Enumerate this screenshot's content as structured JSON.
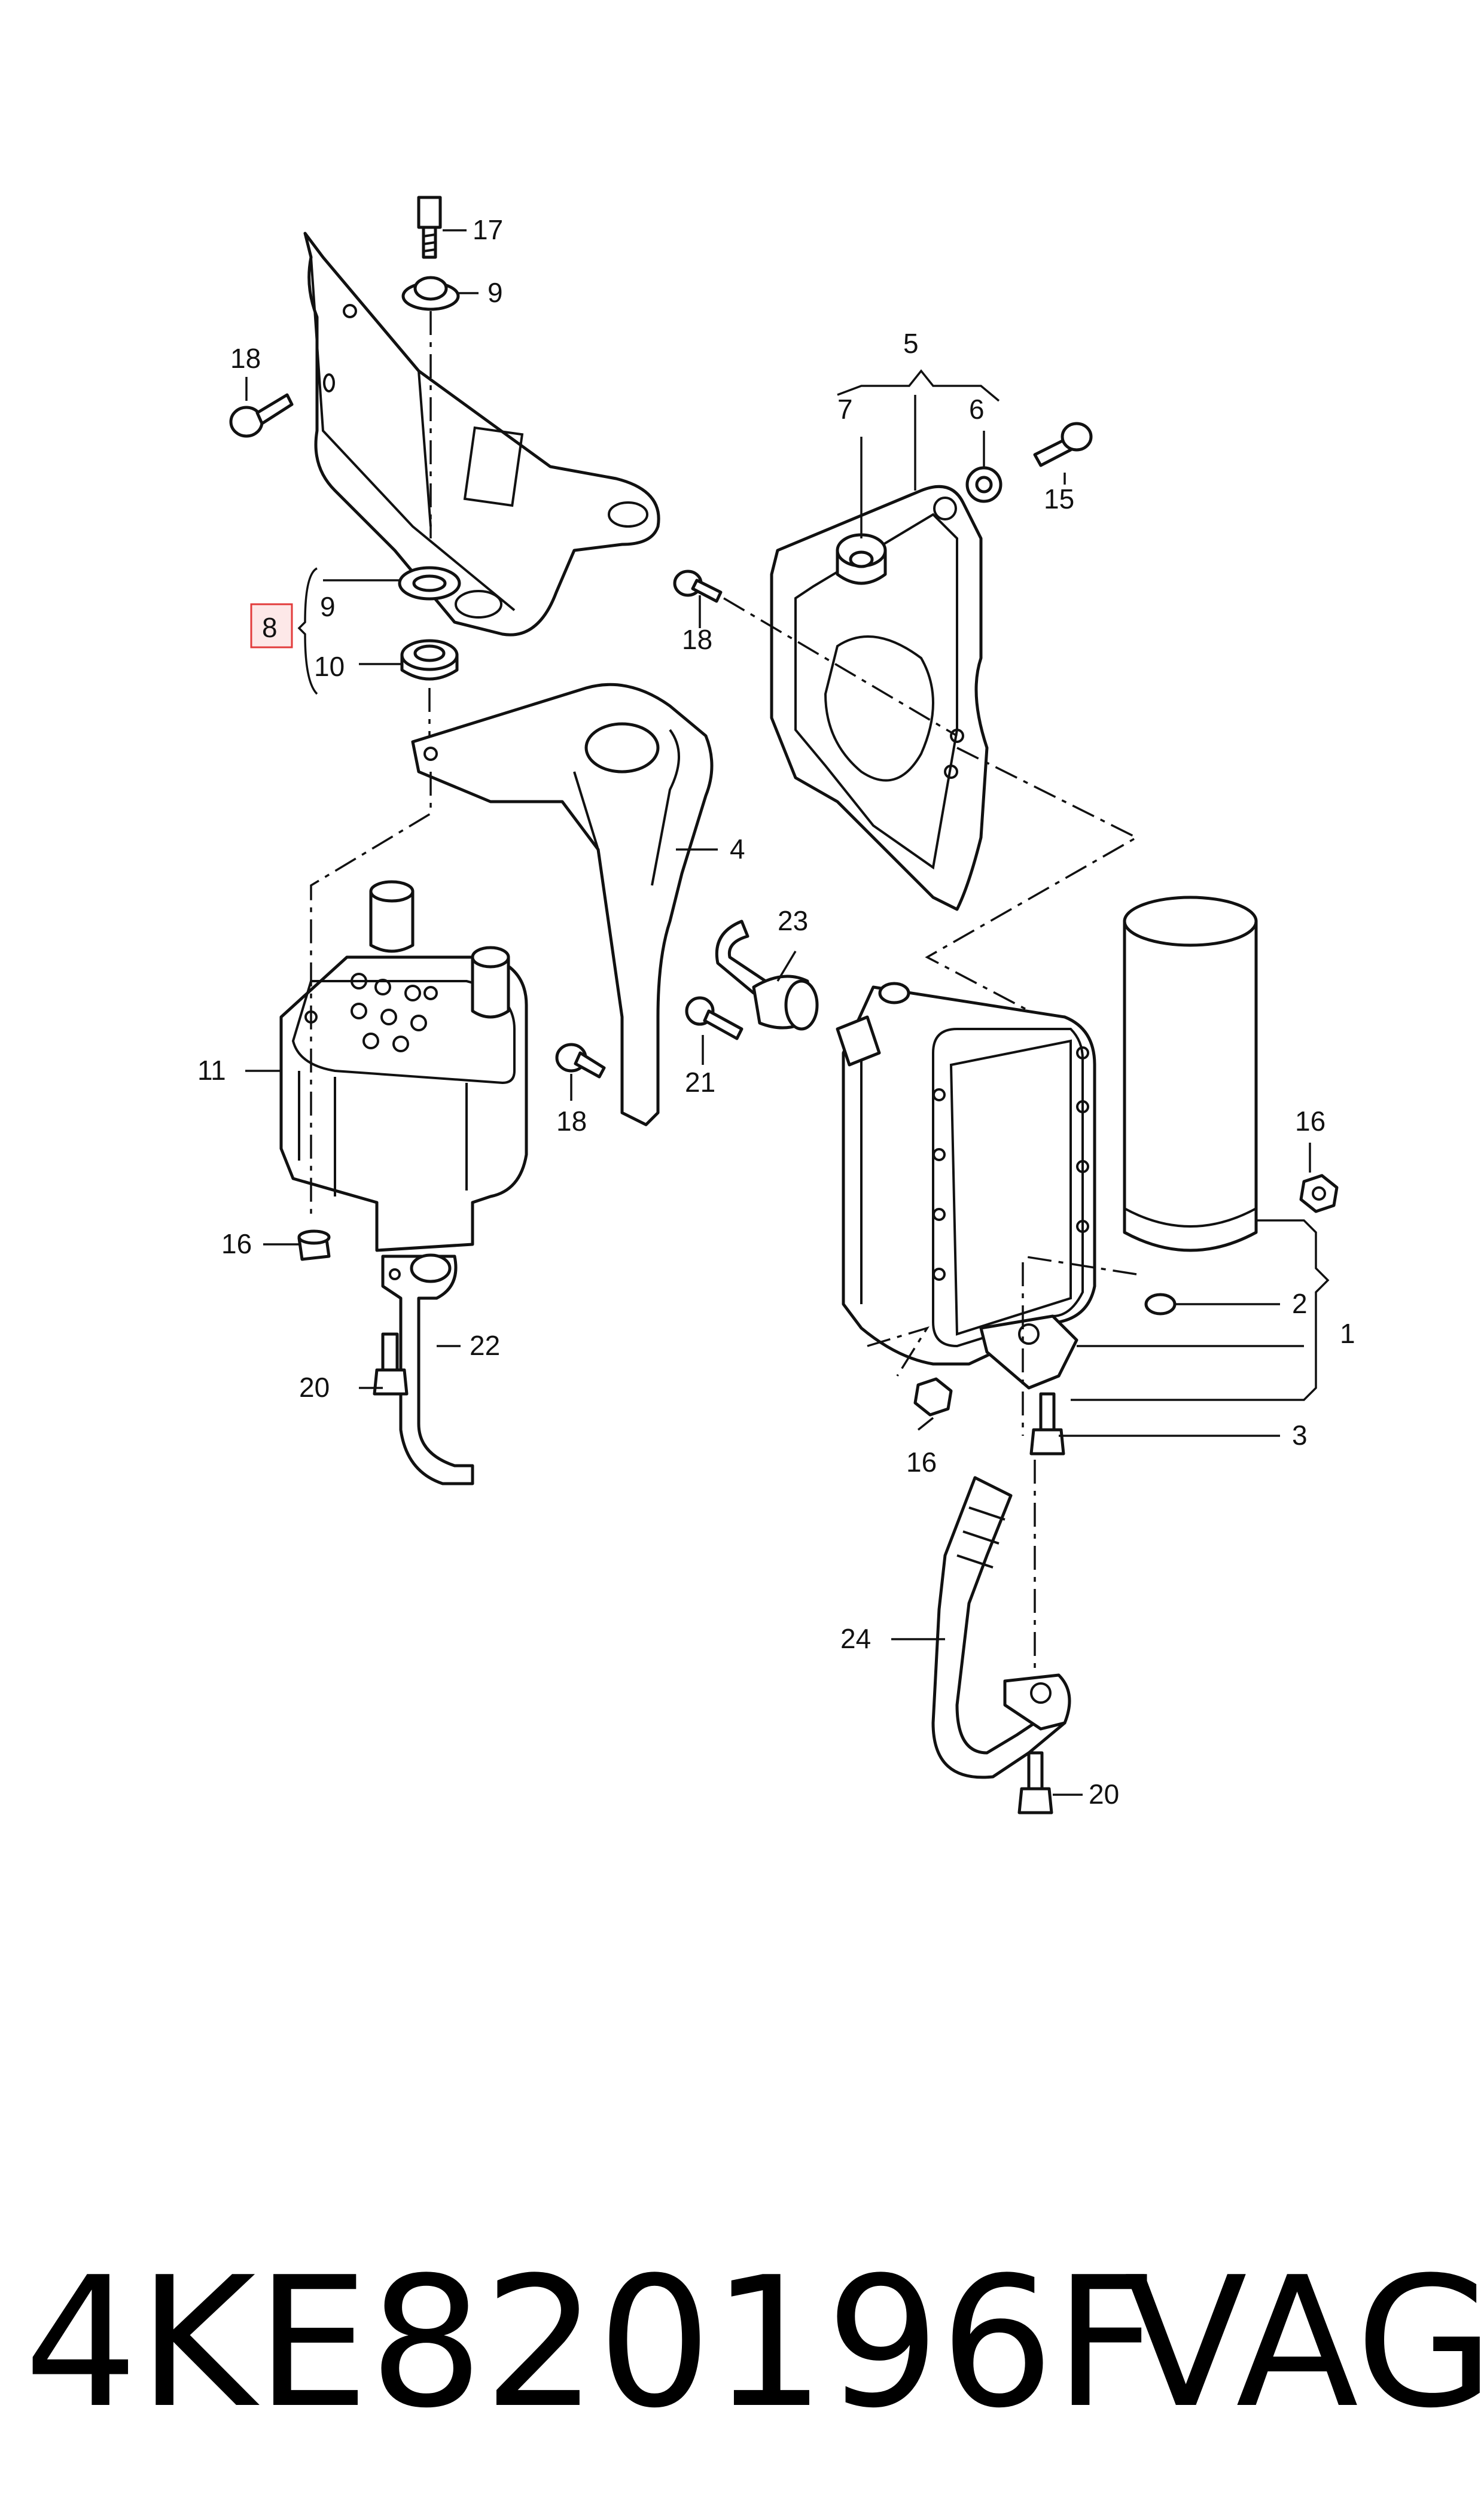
{
  "diagram": {
    "callouts": {
      "c17": "17",
      "c9a": "9",
      "c18a": "18",
      "c5": "5",
      "c7": "7",
      "c6": "6",
      "c15": "15",
      "c18b": "18",
      "c8": "8",
      "c9b": "9",
      "c10": "10",
      "c4": "4",
      "c23": "23",
      "c21": "21",
      "c11": "11",
      "c18c": "18",
      "c16a": "16",
      "c16b": "16",
      "c2": "2",
      "c1": "1",
      "c22": "22",
      "c20a": "20",
      "c3": "3",
      "c16c": "16",
      "c24": "24",
      "c20b": "20"
    },
    "highlight_color": "#e23b3b"
  },
  "footer": {
    "part_number": "4KE820196F",
    "brand": "VAG"
  }
}
